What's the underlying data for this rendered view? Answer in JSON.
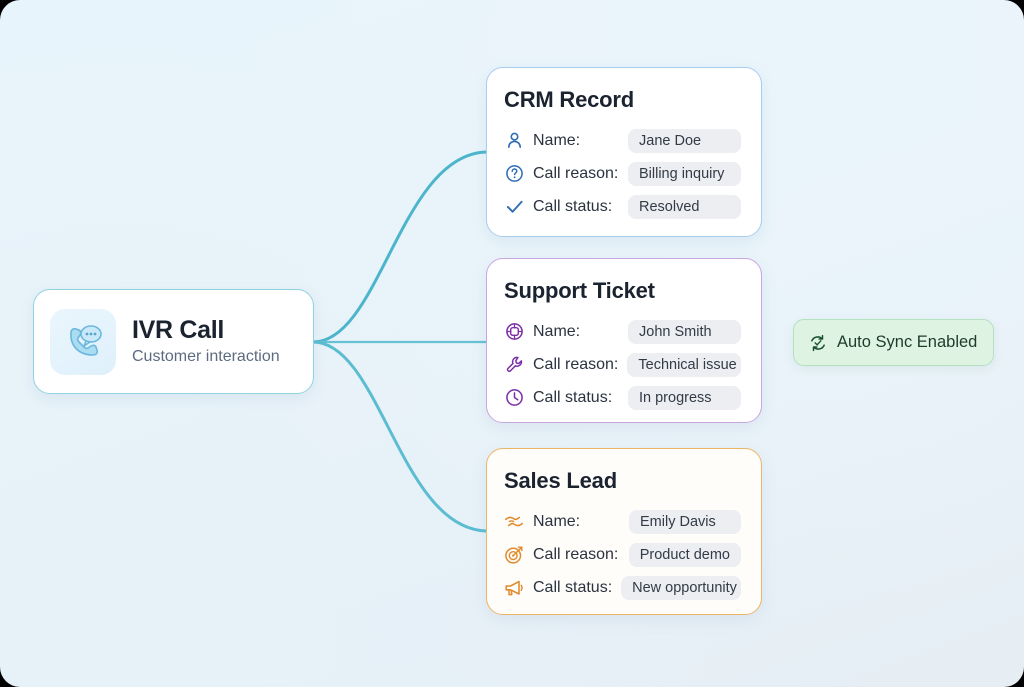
{
  "source_node": {
    "title": "IVR Call",
    "subtitle": "Customer interaction",
    "icon": "phone-chat-icon"
  },
  "cards": [
    {
      "id": "crm",
      "title": "CRM Record",
      "accent": "#a9cdf0",
      "icon_color": "#2f6db5",
      "rows": [
        {
          "icon": "person-icon",
          "label": "Name:",
          "value": "Jane Doe"
        },
        {
          "icon": "question-circle-icon",
          "label": "Call reason:",
          "value": "Billing inquiry"
        },
        {
          "icon": "check-icon",
          "label": "Call status:",
          "value": "Resolved"
        }
      ]
    },
    {
      "id": "support",
      "title": "Support Ticket",
      "accent": "#c9a6e0",
      "icon_color": "#7b2fa8",
      "rows": [
        {
          "icon": "ticket-badge-icon",
          "label": "Name:",
          "value": "John Smith"
        },
        {
          "icon": "wrench-icon",
          "label": "Call reason:",
          "value": "Technical issue"
        },
        {
          "icon": "clock-icon",
          "label": "Call status:",
          "value": "In progress"
        }
      ]
    },
    {
      "id": "sales",
      "title": "Sales Lead",
      "accent": "#eeb468",
      "icon_color": "#e08a2b",
      "rows": [
        {
          "icon": "handshake-icon",
          "label": "Name:",
          "value": "Emily Davis"
        },
        {
          "icon": "target-icon",
          "label": "Call reason:",
          "value": "Product demo"
        },
        {
          "icon": "megaphone-icon",
          "label": "Call status:",
          "value": "New opportunity"
        }
      ]
    }
  ],
  "sync_badge": {
    "label": "Auto Sync Enabled",
    "icon": "sync-check-icon",
    "color": "#1d3b29",
    "background": "#dff3e3"
  },
  "connectors": {
    "color": "#4cb5cc",
    "count": 3
  },
  "theme": {
    "page_background": "#e8f4fb",
    "value_pill_background": "#eceef1",
    "title_color": "#1b2330"
  }
}
